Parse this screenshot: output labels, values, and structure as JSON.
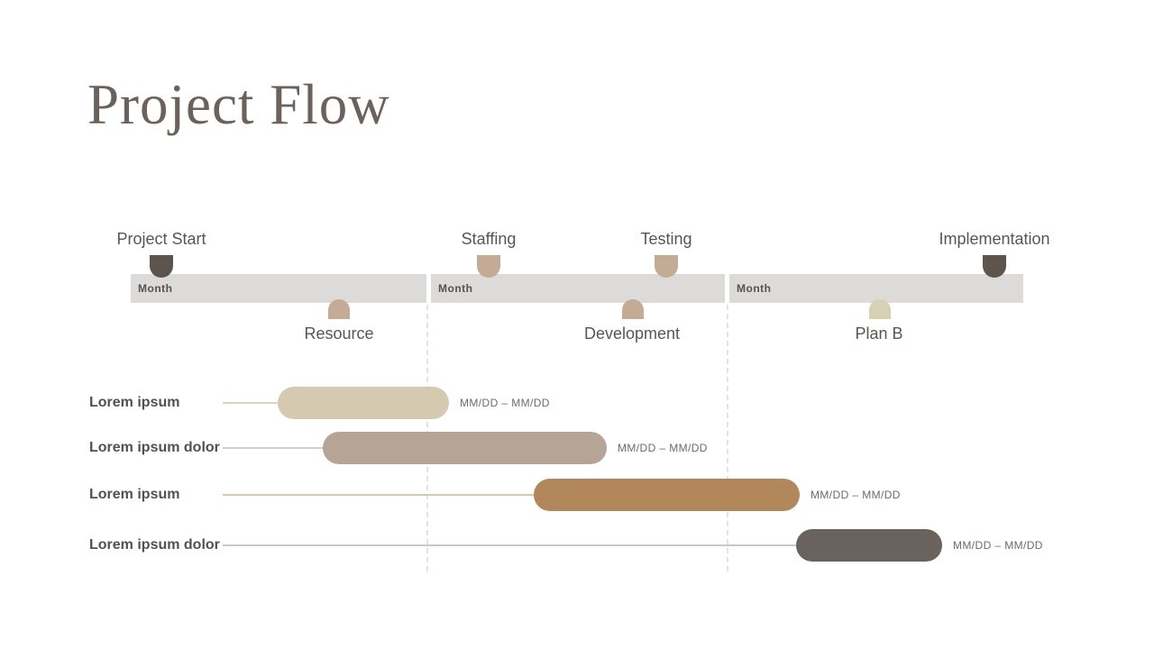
{
  "slide": {
    "title": "Project Flow"
  },
  "colors": {
    "title_text": "#6b625d",
    "timeline_bar": "#dcdbd9",
    "dark_marker": "#5d544e",
    "tan_marker": "#c3ab96",
    "light_marker": "#d8d0b4",
    "label_text": "#5b5550"
  },
  "timeline": {
    "segments": [
      "Month",
      "Month",
      "Month"
    ],
    "milestones_top": [
      {
        "label": "Project Start",
        "color": "#5d544e"
      },
      {
        "label": "Staffing",
        "color": "#c3ab96"
      },
      {
        "label": "Testing",
        "color": "#c3ab96"
      },
      {
        "label": "Implementation",
        "color": "#5d544e"
      }
    ],
    "milestones_bottom": [
      {
        "label": "Resource",
        "color": "#c3ab96"
      },
      {
        "label": "Development",
        "color": "#c3ab96"
      },
      {
        "label": "Plan B",
        "color": "#d8d0b4"
      }
    ]
  },
  "gantt": {
    "rows": [
      {
        "label": "Lorem ipsum",
        "dates": "MM/DD – MM/DD",
        "color": "#d5cab1"
      },
      {
        "label": "Lorem ipsum dolor",
        "dates": "MM/DD – MM/DD",
        "color": "#b6a497"
      },
      {
        "label": "Lorem ipsum",
        "dates": "MM/DD – MM/DD",
        "color": "#b2875c"
      },
      {
        "label": "Lorem ipsum dolor",
        "dates": "MM/DD – MM/DD",
        "color": "#6a625c"
      }
    ]
  }
}
